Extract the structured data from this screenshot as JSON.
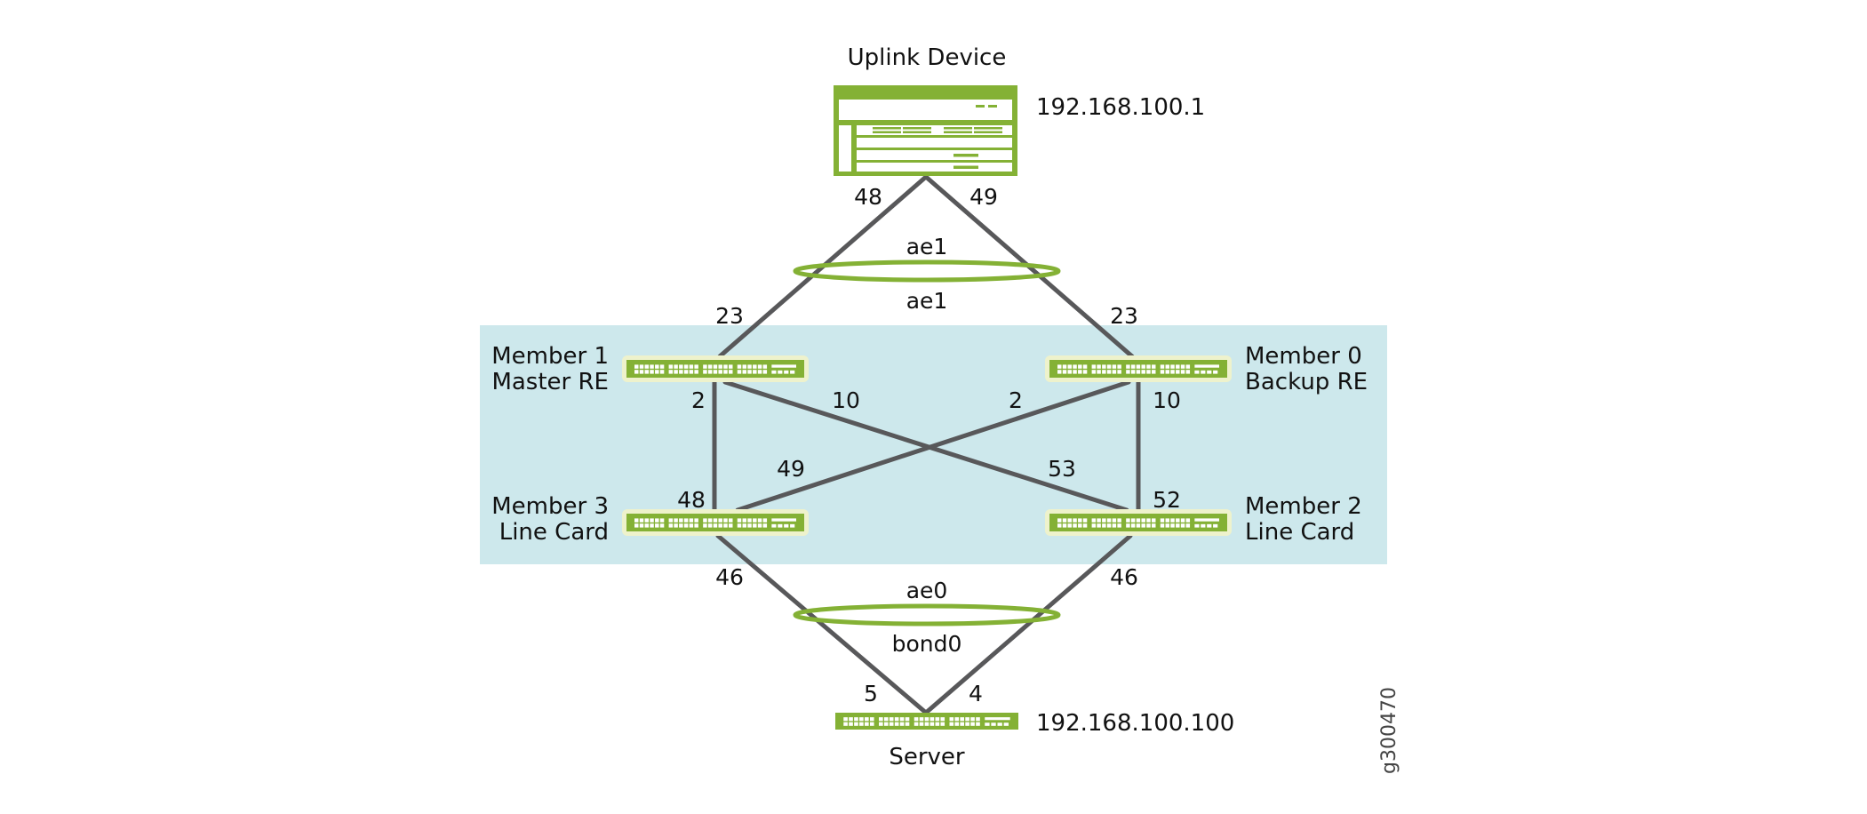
{
  "diagram": {
    "colors": {
      "accent_green": "#84b135",
      "halo": "#eef2cc",
      "stack_background": "#cde8ec",
      "link": "#58585a"
    },
    "uplink": {
      "title": "Uplink Device",
      "ip": "192.168.100.1",
      "port_left": "48",
      "port_right": "49"
    },
    "lag_top": {
      "label_above": "ae1",
      "label_below": "ae1"
    },
    "members": {
      "m1": {
        "line1": "Member 1",
        "line2": "Master RE",
        "port_up": "23",
        "port_down": "2",
        "port_cross": "10"
      },
      "m0": {
        "line1": "Member 0",
        "line2": "Backup RE",
        "port_up": "23",
        "port_cross": "2",
        "port_down": "10"
      },
      "m3": {
        "line1": "Member 3",
        "line2": "Line Card",
        "port_up": "48",
        "port_cross": "49",
        "port_down": "46"
      },
      "m2": {
        "line1": "Member 2",
        "line2": "Line Card",
        "port_up": "52",
        "port_cross": "53",
        "port_down": "46"
      }
    },
    "lag_bottom": {
      "label_above": "ae0",
      "label_below": "bond0"
    },
    "server": {
      "title": "Server",
      "ip": "192.168.100.100",
      "port_left": "5",
      "port_right": "4"
    },
    "figure_id": "g300470"
  }
}
